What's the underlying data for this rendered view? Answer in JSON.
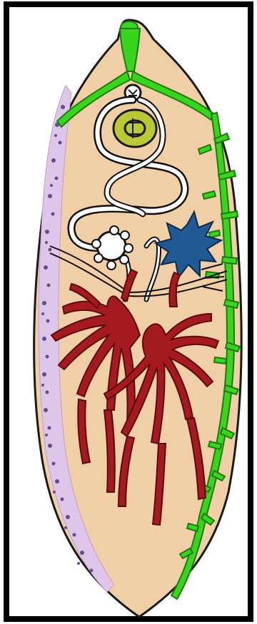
{
  "figure": {
    "subject": "fluke-anatomy-illustration",
    "labels": []
  },
  "colors": {
    "background": "#ffffff",
    "frame": "#000000",
    "body_fill": "#f1cfa6",
    "body_outline": "#1a1a1a",
    "excretory_green": "#37d61c",
    "excretory_outline": "#1f7a10",
    "vitellaria_lavender": "#ddc6ea",
    "vitellaria_dots": "#6a4a8a",
    "testes_red": "#a51a1e",
    "ovary_blue": "#1f5a95",
    "pharynx_yellow": "#b9c935",
    "ducts_white": "#ffffff",
    "ducts_outline": "#111111"
  },
  "organs": [
    {
      "name": "oral-sucker",
      "color_key": "excretory_green"
    },
    {
      "name": "pharynx",
      "color_key": "pharynx_yellow"
    },
    {
      "name": "excretory-canal",
      "color_key": "excretory_green"
    },
    {
      "name": "vitelline-glands",
      "color_key": "vitellaria_lavender"
    },
    {
      "name": "uterus",
      "color_key": "ducts_white"
    },
    {
      "name": "ovary",
      "color_key": "ovary_blue"
    },
    {
      "name": "anterior-testis",
      "color_key": "testes_red"
    },
    {
      "name": "posterior-testis",
      "color_key": "testes_red"
    }
  ]
}
